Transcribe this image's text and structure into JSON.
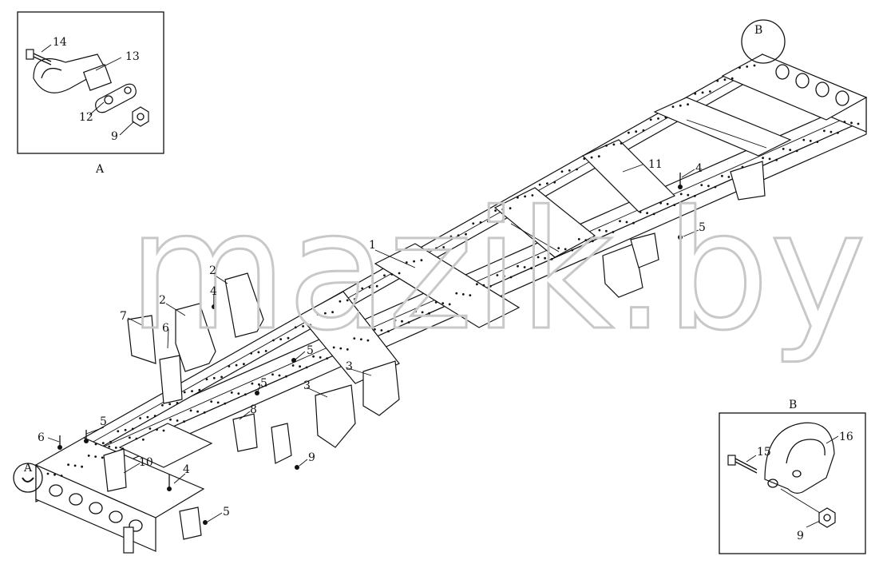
{
  "watermark": "mazik.by",
  "insets": {
    "a": {
      "caption": "A",
      "labels": [
        "14",
        "13",
        "12",
        "9"
      ]
    },
    "b": {
      "caption": "B",
      "labels": [
        "15",
        "16",
        "9"
      ]
    }
  },
  "callouts": {
    "circle_a": "A",
    "circle_b": "B",
    "part_1": "1",
    "part_2a": "2",
    "part_2b": "2",
    "part_3a": "3",
    "part_3b": "3",
    "part_4a": "4",
    "part_4b": "4",
    "part_4c": "4",
    "part_5a": "5",
    "part_5b": "5",
    "part_5c": "5",
    "part_5d": "5",
    "part_5e": "5",
    "part_6a": "6",
    "part_6b": "6",
    "part_7": "7",
    "part_8": "8",
    "part_9": "9",
    "part_10": "10",
    "part_11": "11"
  }
}
